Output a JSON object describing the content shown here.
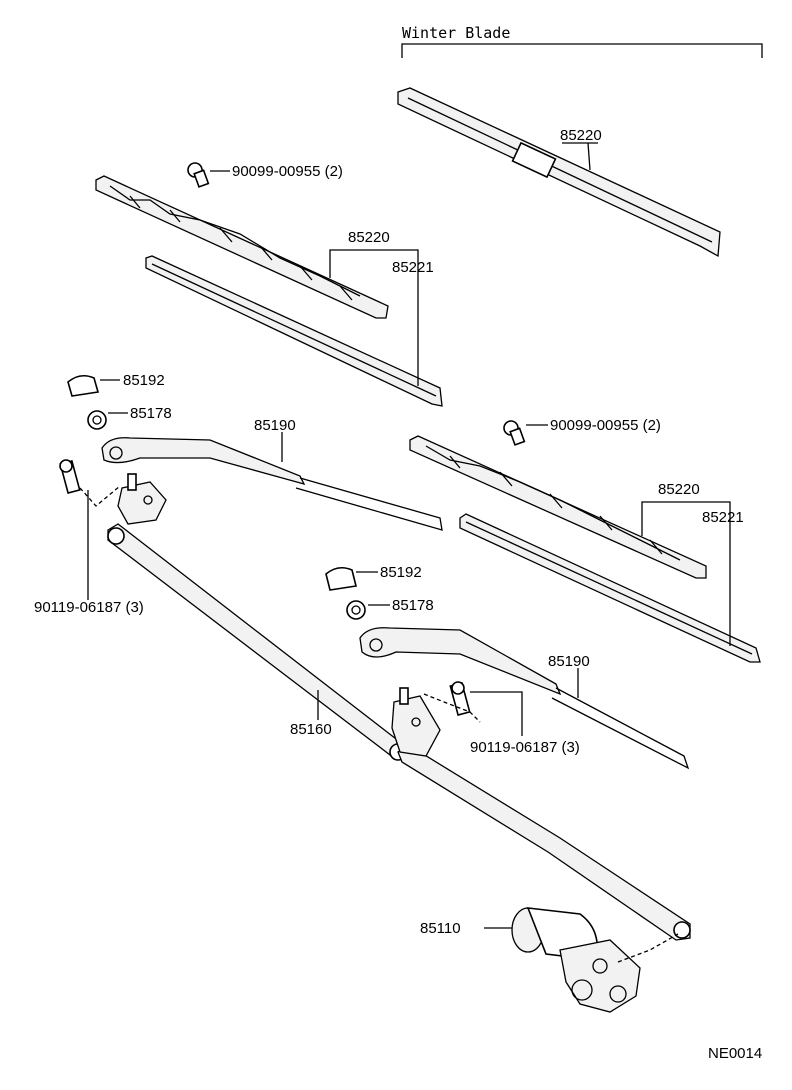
{
  "header": {
    "winter_blade": "Winter Blade"
  },
  "labels": {
    "winter_85220": "85220",
    "clip_90099_upper": "90099-00955 (2)",
    "blade_85220_upper": "85220",
    "rubber_85221_upper": "85221",
    "cap_85192_left": "85192",
    "nut_85178_left": "85178",
    "arm_85190_left": "85190",
    "bolt_90119_left": "90119-06187 (3)",
    "link_85160": "85160",
    "clip_90099_right": "90099-00955 (2)",
    "blade_85220_right": "85220",
    "rubber_85221_right": "85221",
    "cap_85192_right": "85192",
    "nut_85178_right": "85178",
    "arm_85190_right": "85190",
    "bolt_90119_right": "90119-06187 (3)",
    "motor_85110": "85110"
  },
  "footer": {
    "code": "NE0014"
  }
}
